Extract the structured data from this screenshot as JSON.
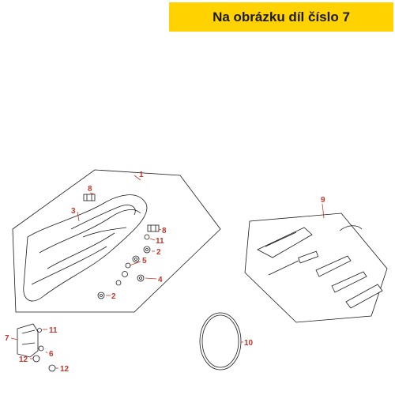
{
  "banner": {
    "text": "Na obrázku díl číslo 7",
    "color": "#ffd200"
  },
  "accent_color": "#c0392b",
  "callouts": [
    "1",
    "2",
    "3",
    "4",
    "5",
    "6",
    "7",
    "8",
    "9",
    "10",
    "11",
    "12"
  ]
}
